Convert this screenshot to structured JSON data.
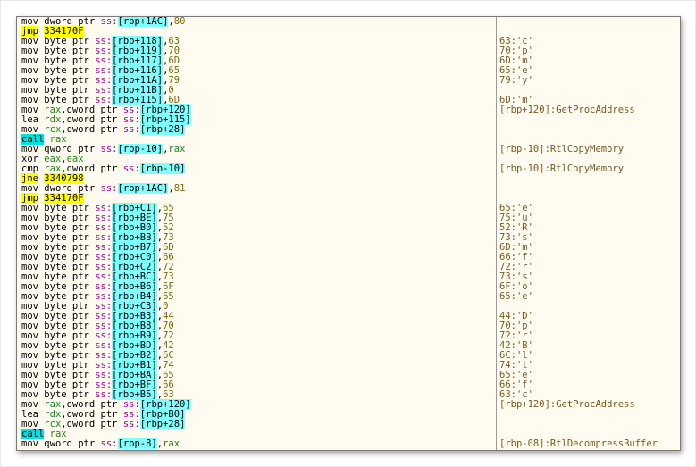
{
  "rows": [
    {
      "t": "mem",
      "m": "mov",
      "sz": "dword ptr",
      "off": "rbp+1AC",
      "v": "80",
      "c": ""
    },
    {
      "t": "jmp",
      "m": "jmp",
      "a": "334170F",
      "c": ""
    },
    {
      "t": "mem",
      "m": "mov",
      "sz": "byte ptr",
      "off": "rbp+118",
      "v": "63",
      "c": "63:'c'"
    },
    {
      "t": "mem",
      "m": "mov",
      "sz": "byte ptr",
      "off": "rbp+119",
      "v": "70",
      "c": "70:'p'"
    },
    {
      "t": "mem",
      "m": "mov",
      "sz": "byte ptr",
      "off": "rbp+117",
      "v": "6D",
      "c": "6D:'m'"
    },
    {
      "t": "mem",
      "m": "mov",
      "sz": "byte ptr",
      "off": "rbp+116",
      "v": "65",
      "c": "65:'e'"
    },
    {
      "t": "mem",
      "m": "mov",
      "sz": "byte ptr",
      "off": "rbp+11A",
      "v": "79",
      "c": "79:'y'"
    },
    {
      "t": "mem",
      "m": "mov",
      "sz": "byte ptr",
      "off": "rbp+11B",
      "v": "0",
      "c": ""
    },
    {
      "t": "mem",
      "m": "mov",
      "sz": "byte ptr",
      "off": "rbp+115",
      "v": "6D",
      "c": "6D:'m'"
    },
    {
      "t": "rm",
      "m": "mov",
      "r": "rax",
      "sz": "qword ptr",
      "off": "rbp+120",
      "c": "[rbp+120]:GetProcAddress"
    },
    {
      "t": "rm",
      "m": "lea",
      "r": "rdx",
      "sz": "qword ptr",
      "off": "rbp+115",
      "c": ""
    },
    {
      "t": "rm",
      "m": "mov",
      "r": "rcx",
      "sz": "qword ptr",
      "off": "rbp+28",
      "c": ""
    },
    {
      "t": "call",
      "m": "call",
      "r": "rax",
      "c": ""
    },
    {
      "t": "mr",
      "m": "mov",
      "sz": "qword ptr",
      "off": "rbp-10",
      "r": "rax",
      "c": "[rbp-10]:RtlCopyMemory"
    },
    {
      "t": "rr",
      "m": "xor",
      "r": "eax",
      "r2": "eax",
      "c": ""
    },
    {
      "t": "rm",
      "m": "cmp",
      "r": "rax",
      "sz": "qword ptr",
      "off": "rbp-10",
      "c": "[rbp-10]:RtlCopyMemory"
    },
    {
      "t": "jmp",
      "m": "jne",
      "a": "3340798",
      "c": ""
    },
    {
      "t": "mem",
      "m": "mov",
      "sz": "dword ptr",
      "off": "rbp+1AC",
      "v": "81",
      "c": ""
    },
    {
      "t": "jmp",
      "m": "jmp",
      "a": "334170F",
      "c": ""
    },
    {
      "t": "mem",
      "m": "mov",
      "sz": "byte ptr",
      "off": "rbp+C1",
      "v": "65",
      "c": "65:'e'"
    },
    {
      "t": "mem",
      "m": "mov",
      "sz": "byte ptr",
      "off": "rbp+BE",
      "v": "75",
      "c": "75:'u'"
    },
    {
      "t": "mem",
      "m": "mov",
      "sz": "byte ptr",
      "off": "rbp+B0",
      "v": "52",
      "c": "52:'R'"
    },
    {
      "t": "mem",
      "m": "mov",
      "sz": "byte ptr",
      "off": "rbp+BB",
      "v": "73",
      "c": "73:'s'"
    },
    {
      "t": "mem",
      "m": "mov",
      "sz": "byte ptr",
      "off": "rbp+B7",
      "v": "6D",
      "c": "6D:'m'"
    },
    {
      "t": "mem",
      "m": "mov",
      "sz": "byte ptr",
      "off": "rbp+C0",
      "v": "66",
      "c": "66:'f'"
    },
    {
      "t": "mem",
      "m": "mov",
      "sz": "byte ptr",
      "off": "rbp+C2",
      "v": "72",
      "c": "72:'r'"
    },
    {
      "t": "mem",
      "m": "mov",
      "sz": "byte ptr",
      "off": "rbp+BC",
      "v": "73",
      "c": "73:'s'"
    },
    {
      "t": "mem",
      "m": "mov",
      "sz": "byte ptr",
      "off": "rbp+B6",
      "v": "6F",
      "c": "6F:'o'"
    },
    {
      "t": "mem",
      "m": "mov",
      "sz": "byte ptr",
      "off": "rbp+B4",
      "v": "65",
      "c": "65:'e'"
    },
    {
      "t": "mem",
      "m": "mov",
      "sz": "byte ptr",
      "off": "rbp+C3",
      "v": "0",
      "c": ""
    },
    {
      "t": "mem",
      "m": "mov",
      "sz": "byte ptr",
      "off": "rbp+B3",
      "v": "44",
      "c": "44:'D'"
    },
    {
      "t": "mem",
      "m": "mov",
      "sz": "byte ptr",
      "off": "rbp+B8",
      "v": "70",
      "c": "70:'p'"
    },
    {
      "t": "mem",
      "m": "mov",
      "sz": "byte ptr",
      "off": "rbp+B9",
      "v": "72",
      "c": "72:'r'"
    },
    {
      "t": "mem",
      "m": "mov",
      "sz": "byte ptr",
      "off": "rbp+BD",
      "v": "42",
      "c": "42:'B'"
    },
    {
      "t": "mem",
      "m": "mov",
      "sz": "byte ptr",
      "off": "rbp+B2",
      "v": "6C",
      "c": "6C:'l'"
    },
    {
      "t": "mem",
      "m": "mov",
      "sz": "byte ptr",
      "off": "rbp+B1",
      "v": "74",
      "c": "74:'t'"
    },
    {
      "t": "mem",
      "m": "mov",
      "sz": "byte ptr",
      "off": "rbp+BA",
      "v": "65",
      "c": "65:'e'"
    },
    {
      "t": "mem",
      "m": "mov",
      "sz": "byte ptr",
      "off": "rbp+BF",
      "v": "66",
      "c": "66:'f'"
    },
    {
      "t": "mem",
      "m": "mov",
      "sz": "byte ptr",
      "off": "rbp+B5",
      "v": "63",
      "c": "63:'c'"
    },
    {
      "t": "rm",
      "m": "mov",
      "r": "rax",
      "sz": "qword ptr",
      "off": "rbp+120",
      "c": "[rbp+120]:GetProcAddress"
    },
    {
      "t": "rm",
      "m": "lea",
      "r": "rdx",
      "sz": "qword ptr",
      "off": "rbp+B0",
      "c": ""
    },
    {
      "t": "rm",
      "m": "mov",
      "r": "rcx",
      "sz": "qword ptr",
      "off": "rbp+28",
      "c": ""
    },
    {
      "t": "call",
      "m": "call",
      "r": "rax",
      "c": ""
    },
    {
      "t": "mr",
      "m": "mov",
      "sz": "qword ptr",
      "off": "rbp-8",
      "r": "rax",
      "c": "[rbp-08]:RtlDecompressBuffer"
    }
  ],
  "segment": "ss:",
  "colors": {
    "background": "#fffbf0",
    "jump_highlight": "#ffff00",
    "call_highlight": "#00e0e0",
    "bracket_highlight": "#80ffff",
    "register": "#1a8a1a",
    "segment": "#a000a0",
    "comment": "#7a5a1e"
  }
}
